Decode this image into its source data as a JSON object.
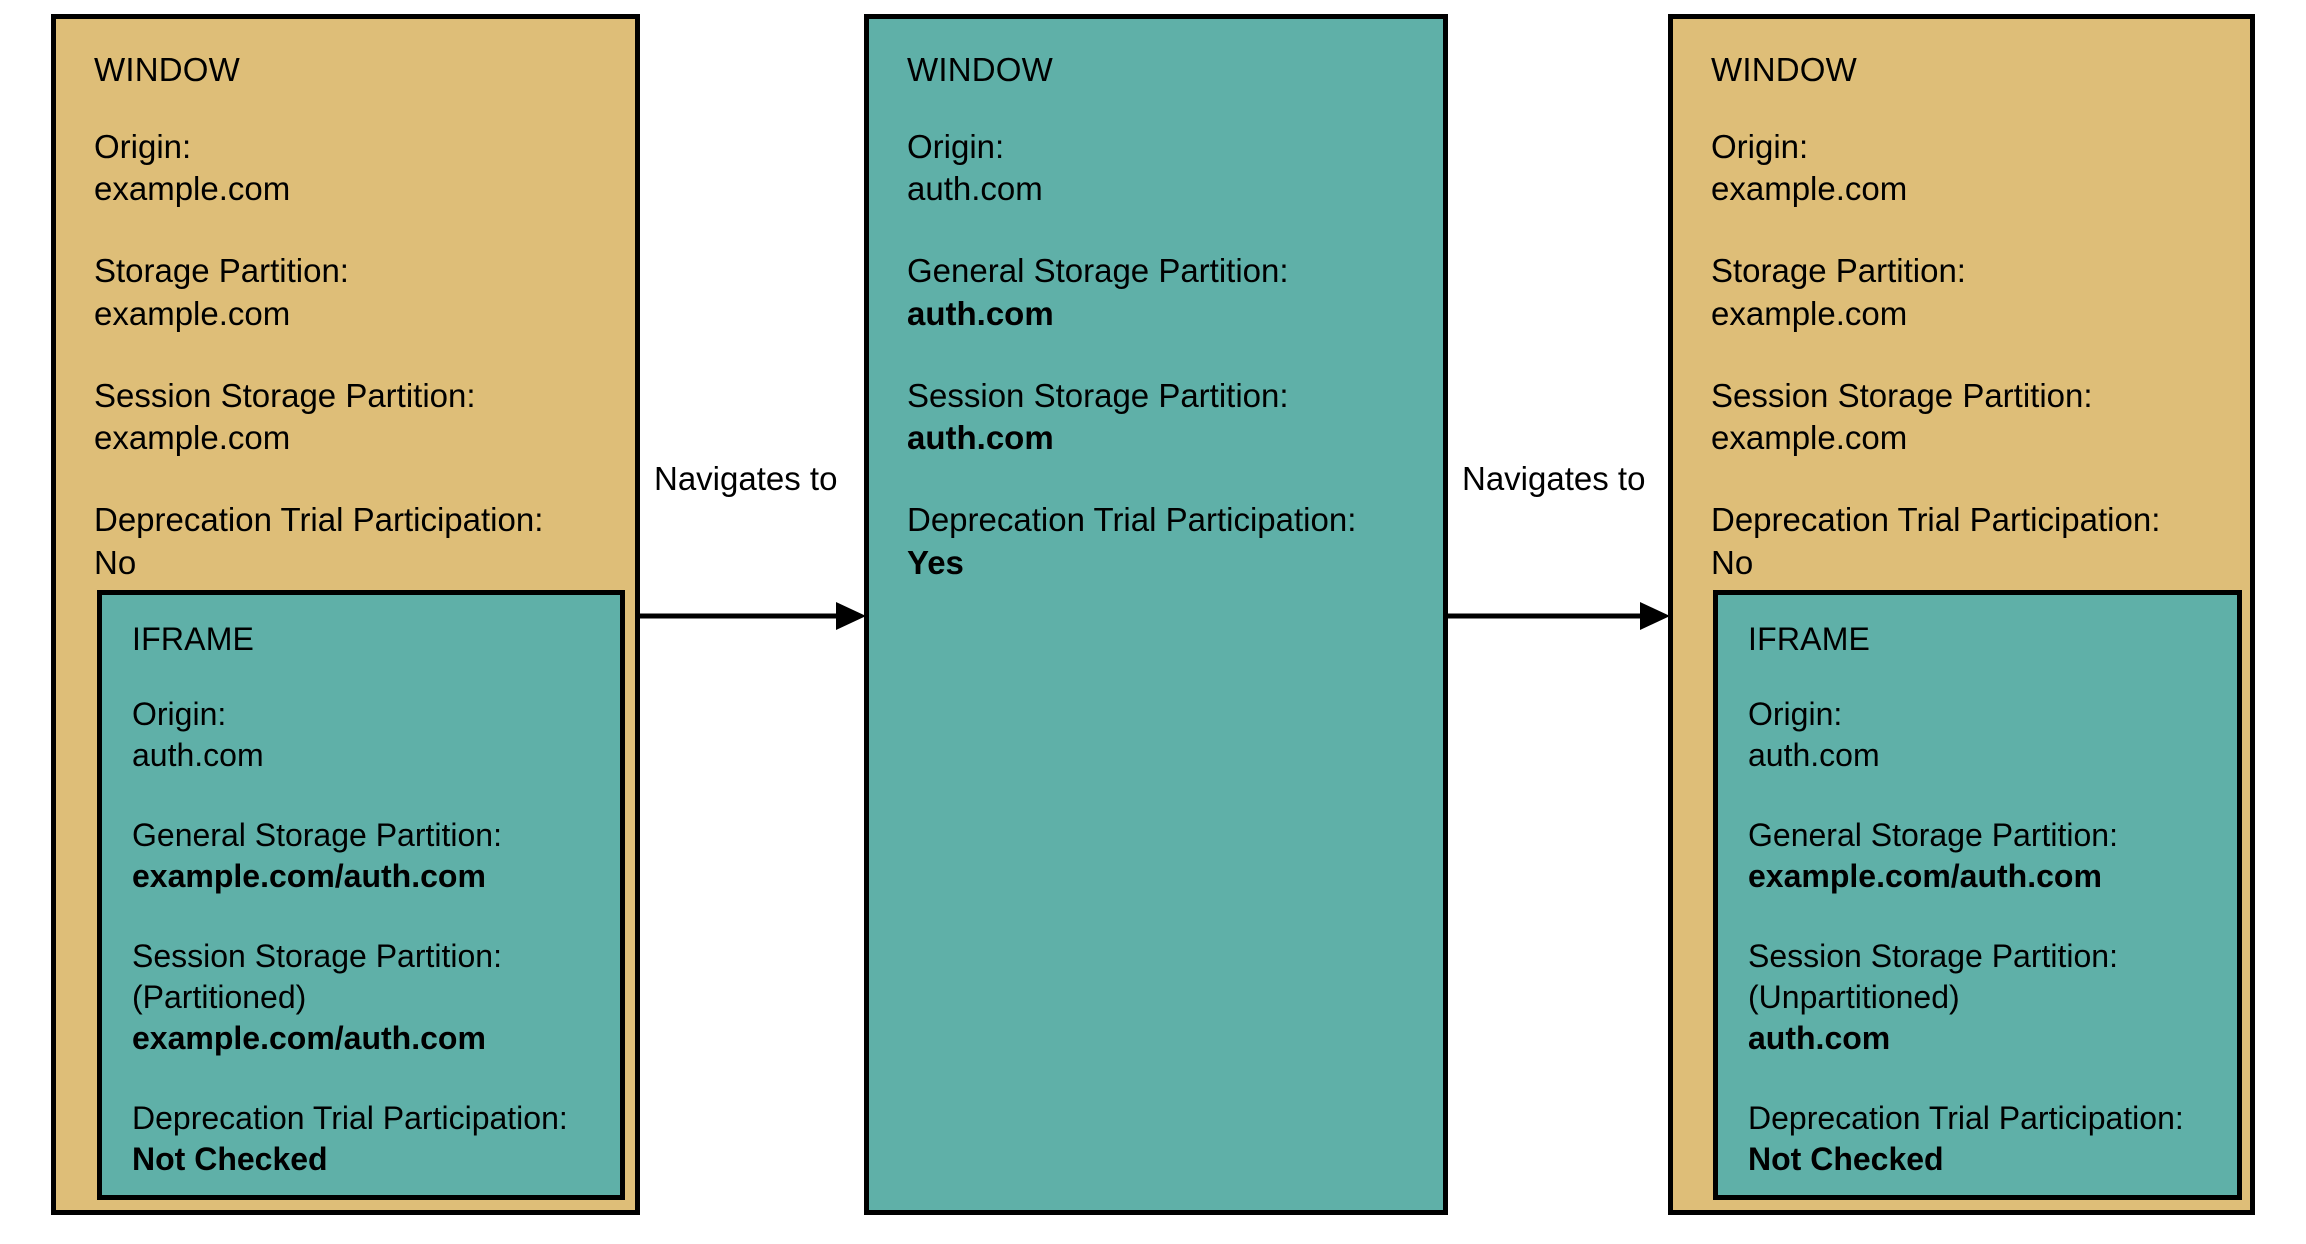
{
  "diagram": {
    "panels": [
      {
        "id": "panel-1",
        "theme": "tan",
        "title": "WINDOW",
        "fields": [
          {
            "label": "Origin:",
            "value": "example.com",
            "bold": false
          },
          {
            "label": "Storage Partition:",
            "value": "example.com",
            "bold": false
          },
          {
            "label": "Session Storage Partition:",
            "value": "example.com",
            "bold": false
          },
          {
            "label": "Deprecation Trial Participation:",
            "value": "No",
            "bold": false
          }
        ],
        "iframe": {
          "title": "IFRAME",
          "fields": [
            {
              "label": "Origin:",
              "value": "auth.com",
              "bold": false
            },
            {
              "label": "General Storage Partition:",
              "value": "example.com/auth.com",
              "bold": true
            },
            {
              "label": "Session Storage Partition:",
              "sublabel": "(Partitioned)",
              "value": "example.com/auth.com",
              "bold": true
            },
            {
              "label": "Deprecation Trial Participation:",
              "value": "Not Checked",
              "bold": true
            }
          ]
        }
      },
      {
        "id": "panel-2",
        "theme": "teal",
        "title": "WINDOW",
        "fields": [
          {
            "label": "Origin:",
            "value": "auth.com",
            "bold": false
          },
          {
            "label": "General Storage Partition:",
            "value": "auth.com",
            "bold": true
          },
          {
            "label": "Session Storage Partition:",
            "value": "auth.com",
            "bold": true
          },
          {
            "label": "Deprecation Trial Participation:",
            "value": "Yes",
            "bold": true
          }
        ],
        "iframe": null
      },
      {
        "id": "panel-3",
        "theme": "tan",
        "title": "WINDOW",
        "fields": [
          {
            "label": "Origin:",
            "value": "example.com",
            "bold": false
          },
          {
            "label": "Storage Partition:",
            "value": "example.com",
            "bold": false
          },
          {
            "label": "Session Storage Partition:",
            "value": "example.com",
            "bold": false
          },
          {
            "label": "Deprecation Trial Participation:",
            "value": "No",
            "bold": false
          }
        ],
        "iframe": {
          "title": "IFRAME",
          "fields": [
            {
              "label": "Origin:",
              "value": "auth.com",
              "bold": false
            },
            {
              "label": "General Storage Partition:",
              "value": "example.com/auth.com",
              "bold": true
            },
            {
              "label": "Session Storage Partition:",
              "sublabel": "(Unpartitioned)",
              "value": "auth.com",
              "bold": true
            },
            {
              "label": "Deprecation Trial Participation:",
              "value": "Not Checked",
              "bold": true
            }
          ]
        }
      }
    ],
    "arrows": [
      {
        "label": "Navigates to"
      },
      {
        "label": "Navigates to"
      }
    ],
    "colors": {
      "window_tan": "#DEBE78",
      "iframe_teal": "#5FB0A8",
      "border": "#000000",
      "text": "#000000",
      "background": "#FFFFFF"
    }
  }
}
